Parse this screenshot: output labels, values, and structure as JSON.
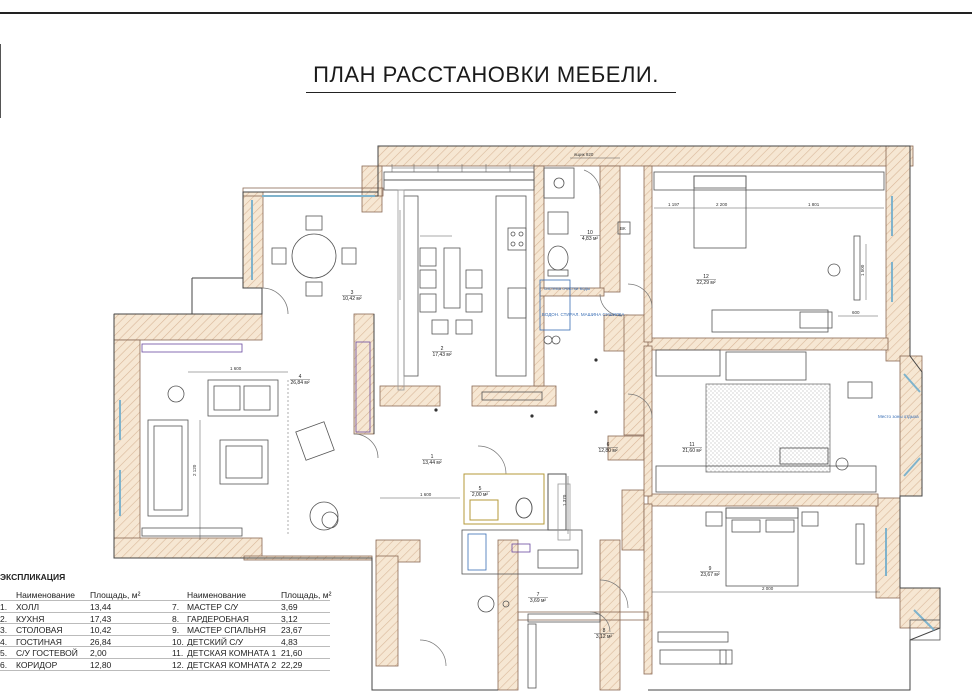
{
  "title": "ПЛАН РАССТАНОВКИ МЕБЕЛИ.",
  "legend": {
    "title": "ЭКСПЛИКАЦИЯ",
    "headers": {
      "name": "Наименование",
      "area": "Площадь, м²"
    },
    "rows": [
      {
        "left": {
          "num": "1.",
          "name": "ХОЛЛ",
          "area": "13,44"
        },
        "right": {
          "num": "7.",
          "name": "МАСТЕР С/У",
          "area": "3,69"
        }
      },
      {
        "left": {
          "num": "2.",
          "name": "КУХНЯ",
          "area": "17,43"
        },
        "right": {
          "num": "8.",
          "name": "ГАРДЕРОБНАЯ",
          "area": "3,12"
        }
      },
      {
        "left": {
          "num": "3.",
          "name": "СТОЛОВАЯ",
          "area": "10,42"
        },
        "right": {
          "num": "9.",
          "name": "МАСТЕР СПАЛЬНЯ",
          "area": "23,67"
        }
      },
      {
        "left": {
          "num": "4.",
          "name": "ГОСТИНАЯ",
          "area": "26,84"
        },
        "right": {
          "num": "10.",
          "name": "ДЕТСКИЙ С/У",
          "area": "4,83"
        }
      },
      {
        "left": {
          "num": "5.",
          "name": "С/У ГОСТЕВОЙ",
          "area": "2,00"
        },
        "right": {
          "num": "11.",
          "name": "ДЕТСКАЯ КОМНАТА 1",
          "area": "21,60"
        }
      },
      {
        "left": {
          "num": "6.",
          "name": "КОРИДОР",
          "area": "12,80"
        },
        "right": {
          "num": "12.",
          "name": "ДЕТСКАЯ КОМНАТА 2",
          "area": "22,29"
        }
      }
    ]
  },
  "room_labels": [
    {
      "num": "1",
      "area": "13,44 м²"
    },
    {
      "num": "2",
      "area": "17,43 м²"
    },
    {
      "num": "3",
      "area": "10,42 м²"
    },
    {
      "num": "4",
      "area": "26,84 м²"
    },
    {
      "num": "5",
      "area": "2,00 м²"
    },
    {
      "num": "6",
      "area": "12,80 м²"
    },
    {
      "num": "7",
      "area": "3,69 м²"
    },
    {
      "num": "8",
      "area": "3,12 м²"
    },
    {
      "num": "9",
      "area": "23,67 м²"
    },
    {
      "num": "10",
      "area": "4,83 м²"
    },
    {
      "num": "11",
      "area": "21,60 м²"
    },
    {
      "num": "12",
      "area": "22,29 м²"
    }
  ],
  "dimensions": {
    "d1600a": "1 600",
    "d2120": "2 120",
    "d1600b": "1 600",
    "d1197": "1 197",
    "d2200": "2 200",
    "d1801": "1 801",
    "d2000": "2 000",
    "d1500": "1 500",
    "d600": "600",
    "d920": "ящик 920",
    "d1370": "1 370"
  },
  "notes": {
    "kitchen_system": "система очистки воды",
    "kitchen_boiler": "ВОДОН. СТИРАЛ. МАШИНА СУШИЛКА",
    "master_note": "Место зоны отдыха",
    "bk": "ВК"
  },
  "colors": {
    "wall_fill": "#f6e7d3",
    "wall_hatch": "#d9b89a",
    "wall_stroke": "#8a6a55",
    "line": "#444444",
    "window": "#7fb3cc",
    "accent_blue": "#3a6fb5",
    "accent_purple": "#6a4aa0",
    "accent_gold": "#b59a3a",
    "dim_line": "#555555"
  }
}
